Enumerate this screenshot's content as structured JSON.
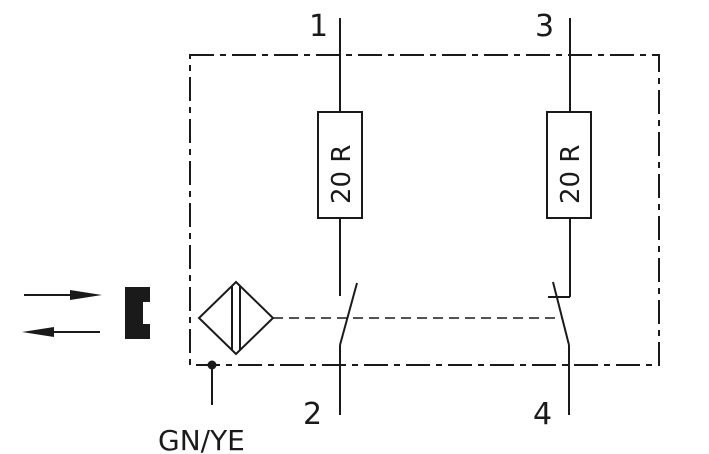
{
  "terminals": {
    "t1": "1",
    "t2": "2",
    "t3": "3",
    "t4": "4"
  },
  "resistors": [
    {
      "label": "20 R"
    },
    {
      "label": "20 R"
    }
  ],
  "ground_label": "GN/YE",
  "colors": {
    "line": "#1a1a1a",
    "background": "#ffffff"
  }
}
